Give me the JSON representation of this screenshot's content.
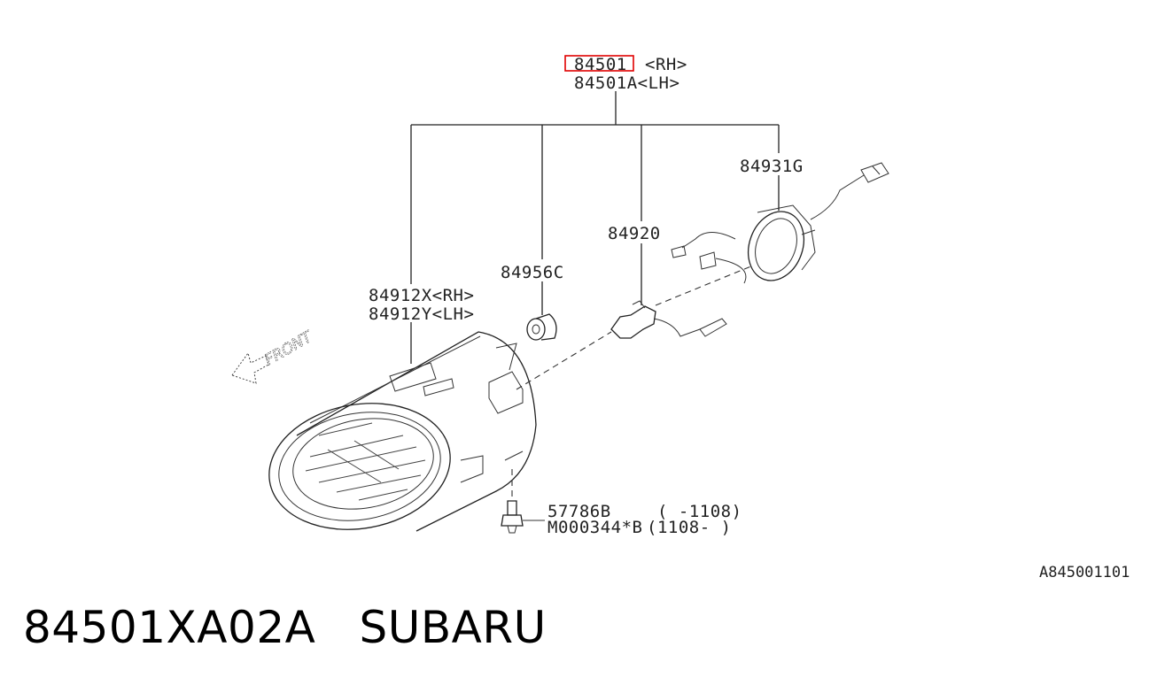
{
  "diagram": {
    "assembly": {
      "part_rh": "84501",
      "suffix_rh": "<RH>",
      "part_lh": "84501A<LH>",
      "highlight_color": "#e00000"
    },
    "labels": {
      "bracket": "84931G",
      "socket": "84920",
      "grommet": "84956C",
      "lens_rh": "84912X<RH>",
      "lens_lh": "84912Y<LH>",
      "bolt_a": "57786B",
      "bolt_a_range": "( -1108)",
      "bolt_b": "M000344*B",
      "bolt_b_range": "(1108- )",
      "front": "FRONT"
    },
    "reference_code": "A845001101"
  },
  "caption": {
    "part_number": "84501XA02A",
    "brand": "SUBARU"
  }
}
